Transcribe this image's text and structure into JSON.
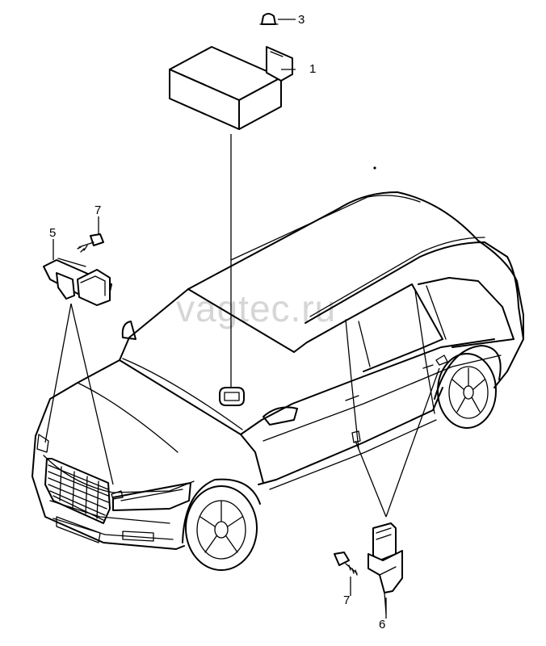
{
  "watermark": "vagtec.ru",
  "callouts": [
    {
      "id": "1",
      "text": "1"
    },
    {
      "id": "3",
      "text": "3"
    },
    {
      "id": "5",
      "text": "5"
    },
    {
      "id": "7a",
      "text": "7"
    },
    {
      "id": "7b",
      "text": "7"
    },
    {
      "id": "6",
      "text": "6"
    }
  ]
}
